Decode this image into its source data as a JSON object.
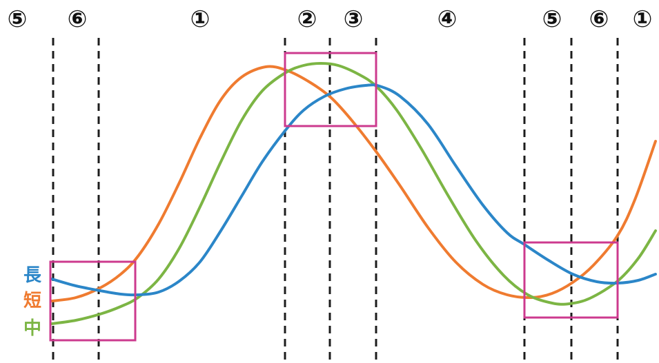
{
  "stage_labels": [
    "⑤",
    "⑥",
    "①",
    "②",
    "③",
    "④",
    "⑤",
    "⑥",
    "①"
  ],
  "line_labels": {
    "long": "長",
    "short": "短",
    "medium": "中"
  },
  "colors": {
    "long": "#2b86c8",
    "short": "#ef7b30",
    "medium": "#7cb544",
    "box": "#cc3a8e",
    "divider": "#1c1c1c"
  }
}
